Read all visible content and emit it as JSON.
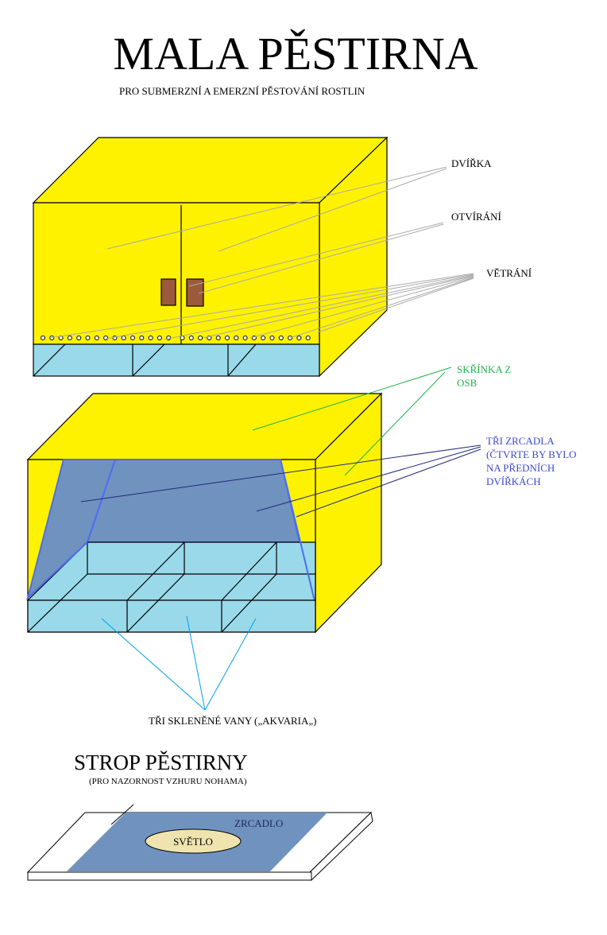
{
  "title": "MALA PĚSTIRNA",
  "subtitle": "PRO SUBMERZNÍ A EMERZNÍ PĚSTOVÁNÍ ROSTLIN",
  "labels": {
    "doors": "DVÍŘKA",
    "opening": "OTVÍRÁNÍ",
    "ventilation": "VĚTRÁNÍ",
    "cabinet_line1": "SKŘÍNKA Z",
    "cabinet_line2": "OSB",
    "mirrors_line1": "TŘI ZRCADLA",
    "mirrors_line2": "(ČTVRTE BY BYLO",
    "mirrors_line3": "NA PŘEDNÍCH",
    "mirrors_line4": "DVÍŘKÁCH",
    "tanks": "TŘI SKLENĚNÉ VANY („AKVARIA„)"
  },
  "ceiling": {
    "title": "STROP PĚSTIRNY",
    "note": "(PRO NAZORNOST VZHURU NOHAMA)",
    "mirror_label": "ZRCADLO",
    "light_label": "SVĚTLO"
  },
  "colors": {
    "cabinet": "#FFF200",
    "glass": "#99D9EA",
    "mirror": "#7092BE",
    "handle": "#9C5A3C",
    "light": "#EFE4B0",
    "cabinet_label": "#22B14C",
    "mirror_label": "#3F48CC",
    "tank_label": "#00A2E8"
  }
}
